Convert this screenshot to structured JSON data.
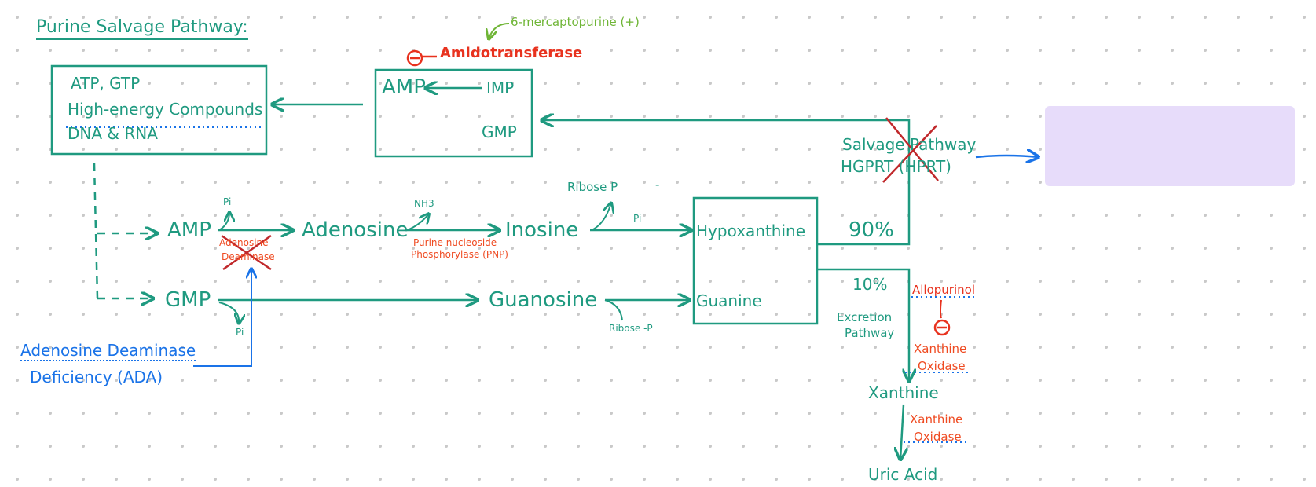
{
  "title": "Purine Salvage Pathway:",
  "top_box": {
    "line1": "ATP, GTP",
    "line2": "High-energy Compounds",
    "line3": "DNA & RNA"
  },
  "amp_imp_box": {
    "amp": "AMP",
    "imp": "IMP",
    "gmp": "GMP"
  },
  "drugs": {
    "mercaptopurine": "6-mercaptopurine (+)",
    "amidotransferase": "Amidotransferase",
    "inhibit_symbol": "−"
  },
  "salvage": {
    "line1": "Salvage Pathway",
    "line2": "HGPRT (HPRT)"
  },
  "pathway": {
    "amp": "AMP",
    "gmp": "GMP",
    "adenosine": "Adenosine",
    "inosine": "Inosine",
    "guanosine": "Guanosine",
    "hypoxanthine": "Hypoxanthine",
    "guanine": "Guanine",
    "xanthine": "Xanthine",
    "uric_acid": "Uric Acid"
  },
  "small_labels": {
    "pi_1": "Pi",
    "pi_2": "Pi",
    "pi_3": "Pi",
    "nh3": "NH3",
    "ribose_p_top": "Ribose P",
    "ribose_p_bottom": "Ribose -P",
    "dash": "-"
  },
  "enzymes": {
    "ada_line1": "Adenosine",
    "ada_line2": "Deaminase",
    "pnp_line1": "Purine nucleoside",
    "pnp_line2": "Phosphorylase (PNP)",
    "xo1_line1": "Xanthine",
    "xo1_line2": "Oxidase",
    "xo2_line1": "Xanthine",
    "xo2_line2": "Oxidase"
  },
  "percentages": {
    "salvage": "90%",
    "excretion": "10%"
  },
  "excretion": {
    "line1": "Excretion",
    "line2": "Pathway"
  },
  "allopurinol": "Allopurinol",
  "ada_deficiency": {
    "line1": "Adenosine Deaminase",
    "line2": "Deficiency (ADA)"
  },
  "colors": {
    "teal": "#1f9a80",
    "red": "#e8321e",
    "blue": "#1a73e8",
    "green": "#6fb536",
    "panel": "#e7dcfa"
  }
}
